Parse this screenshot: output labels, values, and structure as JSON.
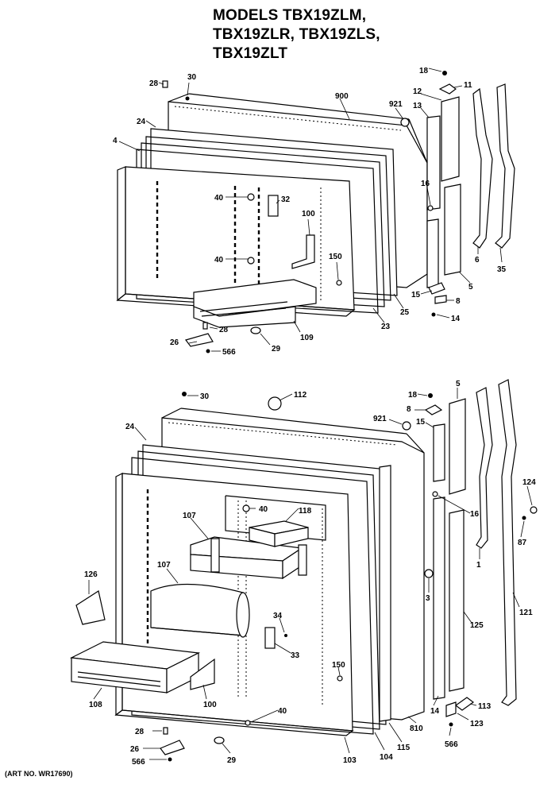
{
  "title": {
    "line1": "MODELS TBX19ZLM,",
    "line2": "TBX19ZLR, TBX19ZLS,",
    "line3": "TBX19ZLT"
  },
  "art_number": "(ART NO. WR17690)",
  "freezer_door_callouts": {
    "c28": "28",
    "c30": "30",
    "c900": "900",
    "c921": "921",
    "c18": "18",
    "c12": "12",
    "c11": "11",
    "c13": "13",
    "c24": "24",
    "c4": "4",
    "c16": "16",
    "c40a": "40",
    "c32": "32",
    "c100": "100",
    "c40b": "40",
    "c150": "150",
    "c6": "6",
    "c35": "35",
    "c5": "5",
    "c15": "15",
    "c8": "8",
    "c14": "14",
    "c23": "23",
    "c25": "25",
    "c109": "109",
    "c28b": "28",
    "c26": "26",
    "c566": "566",
    "c29": "29"
  },
  "fresh_food_door_callouts": {
    "c30": "30",
    "c112": "112",
    "c18": "18",
    "c5": "5",
    "c8": "8",
    "c921": "921",
    "c15": "15",
    "c24": "24",
    "c124": "124",
    "c40a": "40",
    "c118": "118",
    "c107a": "107",
    "c16": "16",
    "c87": "87",
    "c107b": "107",
    "c126": "126",
    "c1": "1",
    "c3": "3",
    "c34": "34",
    "c121": "121",
    "c125": "125",
    "c33": "33",
    "c150": "150",
    "c108": "108",
    "c100": "100",
    "c40b": "40",
    "c14": "14",
    "c113": "113",
    "c28": "28",
    "c123": "123",
    "c810": "810",
    "c26": "26",
    "c103": "103",
    "c104": "104",
    "c115": "115",
    "c566a": "566",
    "c29": "29",
    "c566b": "566"
  }
}
